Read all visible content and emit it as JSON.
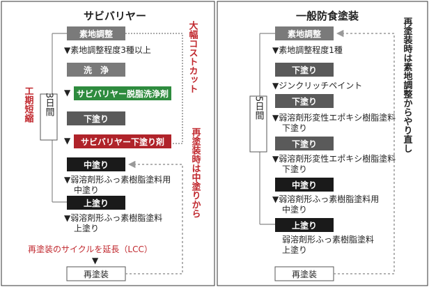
{
  "left": {
    "title": "サビバリヤー",
    "steps": [
      "素地調整",
      "洗　浄",
      "サビバリヤー脱脂洗浄剤",
      "下塗り",
      "サビバリヤー下塗り剤",
      "中塗り",
      "上塗り",
      "再塗装"
    ],
    "notes": [
      "▼素地調整程度3種以上",
      "▼弱溶剤形ふっ素樹脂塗料用",
      "中塗り",
      "▼弱溶剤形ふっ素樹脂塗料",
      "上塗り",
      "再塗装のサイクルを延長（LCC）"
    ],
    "arrows": [
      "▼",
      "▼",
      "▼"
    ],
    "bracket_label": "3日間",
    "side_label": "工期短縮",
    "cost_label": "大幅コストカット",
    "repaint_label": "再塗装時は中塗りから"
  },
  "right": {
    "title": "一般防食塗装",
    "steps": [
      "素地調整",
      "下塗り",
      "下塗り",
      "下塗り",
      "中塗り",
      "上塗り",
      "再塗装"
    ],
    "notes": [
      "▼素地調整程度1種",
      "▼ジンクリッチペイント",
      "▼弱溶剤形変性エポキシ樹脂塗料",
      "下塗り",
      "▼弱溶剤形変性エポキシ樹脂塗料",
      "下塗り",
      "▼弱溶剤形ふっ素樹脂塗料用",
      "中塗り",
      "弱溶剤形ふっ素樹脂塗料",
      "上塗り"
    ],
    "bracket_label": "5日間",
    "repaint_label": "再塗装時は素地調整からやり直し"
  },
  "colors": {
    "gray": "#7a7a7a",
    "darkgray": "#5a5a5a",
    "black": "#1a1a1a",
    "green": "#2e8b3e",
    "red": "#b0232a",
    "accent_red": "#c0272d",
    "border": "#777777"
  }
}
